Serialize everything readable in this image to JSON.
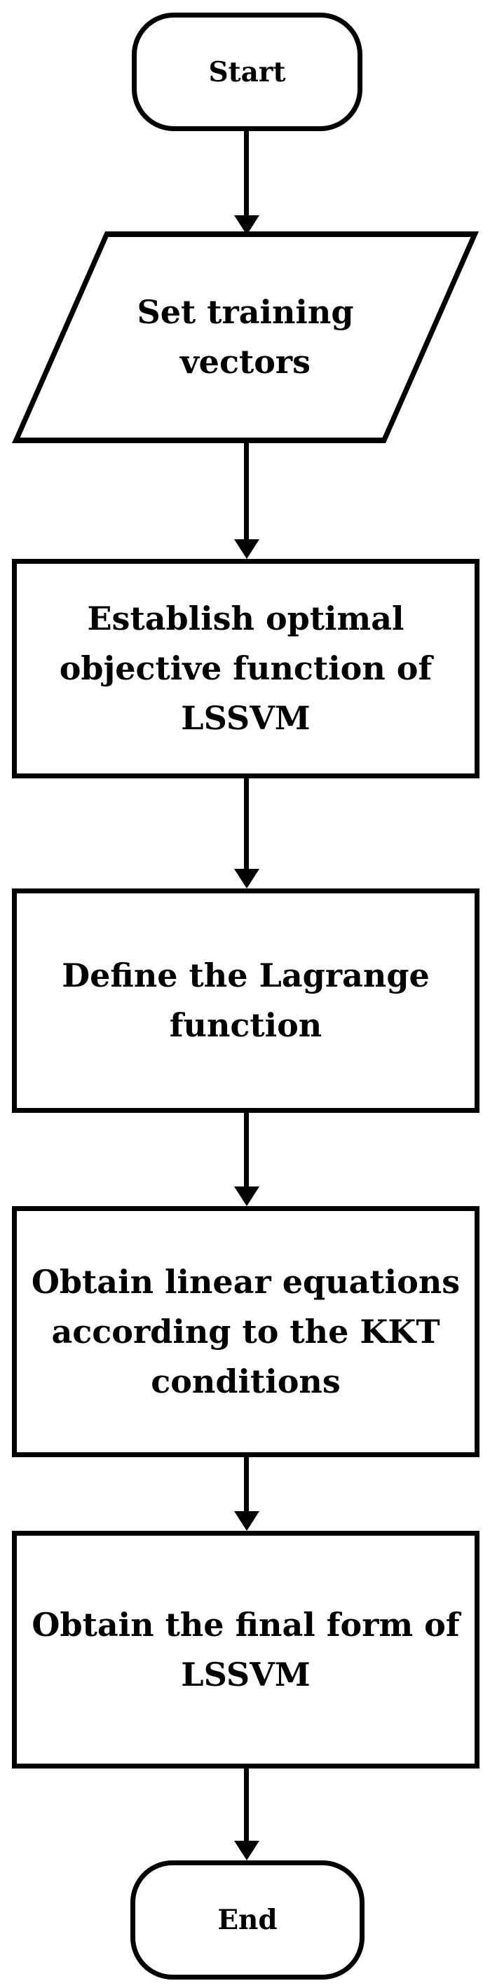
{
  "figure": {
    "type": "flowchart",
    "background_color": "#ffffff",
    "stroke_color": "#000000",
    "text_color": "#000000"
  },
  "nodes": [
    {
      "id": "start",
      "type": "terminator",
      "label": "Start"
    },
    {
      "id": "set-training-vectors",
      "type": "io-parallelogram",
      "label": "Set training\nvectors"
    },
    {
      "id": "establish-objective",
      "type": "process",
      "label": "Establish optimal\nobjective function of\nLSSVM"
    },
    {
      "id": "define-lagrange",
      "type": "process",
      "label": "Define the Lagrange\nfunction"
    },
    {
      "id": "obtain-linear-equations",
      "type": "process",
      "label": "Obtain linear equations\naccording to the KKT\nconditions"
    },
    {
      "id": "obtain-final-form",
      "type": "process",
      "label": "Obtain the final form of\nLSSVM"
    },
    {
      "id": "end",
      "type": "terminator",
      "label": "End"
    }
  ],
  "edges": [
    {
      "from": "start",
      "to": "set-training-vectors"
    },
    {
      "from": "set-training-vectors",
      "to": "establish-objective"
    },
    {
      "from": "establish-objective",
      "to": "define-lagrange"
    },
    {
      "from": "define-lagrange",
      "to": "obtain-linear-equations"
    },
    {
      "from": "obtain-linear-equations",
      "to": "obtain-final-form"
    },
    {
      "from": "obtain-final-form",
      "to": "end"
    }
  ]
}
